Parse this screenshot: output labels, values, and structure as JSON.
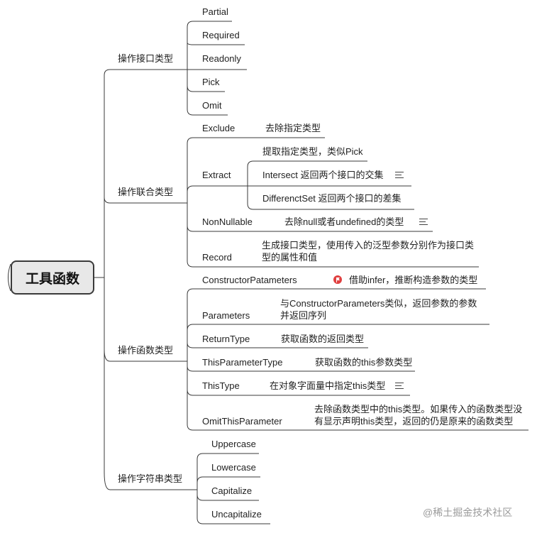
{
  "root": "工具函数",
  "branches": {
    "interface": {
      "label": "操作接口类型",
      "items": [
        "Partial",
        "Required",
        "Readonly",
        "Pick",
        "Omit"
      ]
    },
    "union": {
      "label": "操作联合类型",
      "exclude": {
        "label": "Exclude",
        "note": "去除指定类型"
      },
      "extract": {
        "label": "Extract",
        "notes": [
          "提取指定类型，类似Pick",
          "Intersect 返回两个接口的交集",
          "DifferenctSet 返回两个接口的差集"
        ]
      },
      "nonnullable": {
        "label": "NonNullable",
        "note": "去除null或者undefined的类型"
      },
      "record": {
        "label": "Record",
        "note": "生成接口类型，使用传入的泛型参数分别作为接口类型的属性和值"
      }
    },
    "function": {
      "label": "操作函数类型",
      "ctor": {
        "label": "ConstructorPatameters",
        "note": "借助infer，推断构造参数的类型"
      },
      "params": {
        "label": "Parameters",
        "note": "与ConstructorParameters类似，返回参数的参数并返回序列"
      },
      "returntype": {
        "label": "ReturnType",
        "note": "获取函数的返回类型"
      },
      "thisparam": {
        "label": "ThisParameterType",
        "note": "获取函数的this参数类型"
      },
      "thistype": {
        "label": "ThisType",
        "note": "在对象字面量中指定this类型"
      },
      "omitthis": {
        "label": "OmitThisParameter",
        "note": "去除函数类型中的this类型。如果传入的函数类型没有显示声明this类型，返回的仍是原来的函数类型"
      }
    },
    "string": {
      "label": "操作字符串类型",
      "items": [
        "Uppercase",
        "Lowercase",
        "Capitalize",
        "Uncapitalize"
      ]
    }
  },
  "watermark": "@稀土掘金技术社区",
  "colors": {
    "line": "#3a3a3a",
    "root_fill": "#e8e8e8",
    "flag": "#e04040",
    "watermark": "#9a9a9a"
  },
  "icons": {
    "note": "note-lines-icon",
    "marker": "flag-marker-icon"
  }
}
